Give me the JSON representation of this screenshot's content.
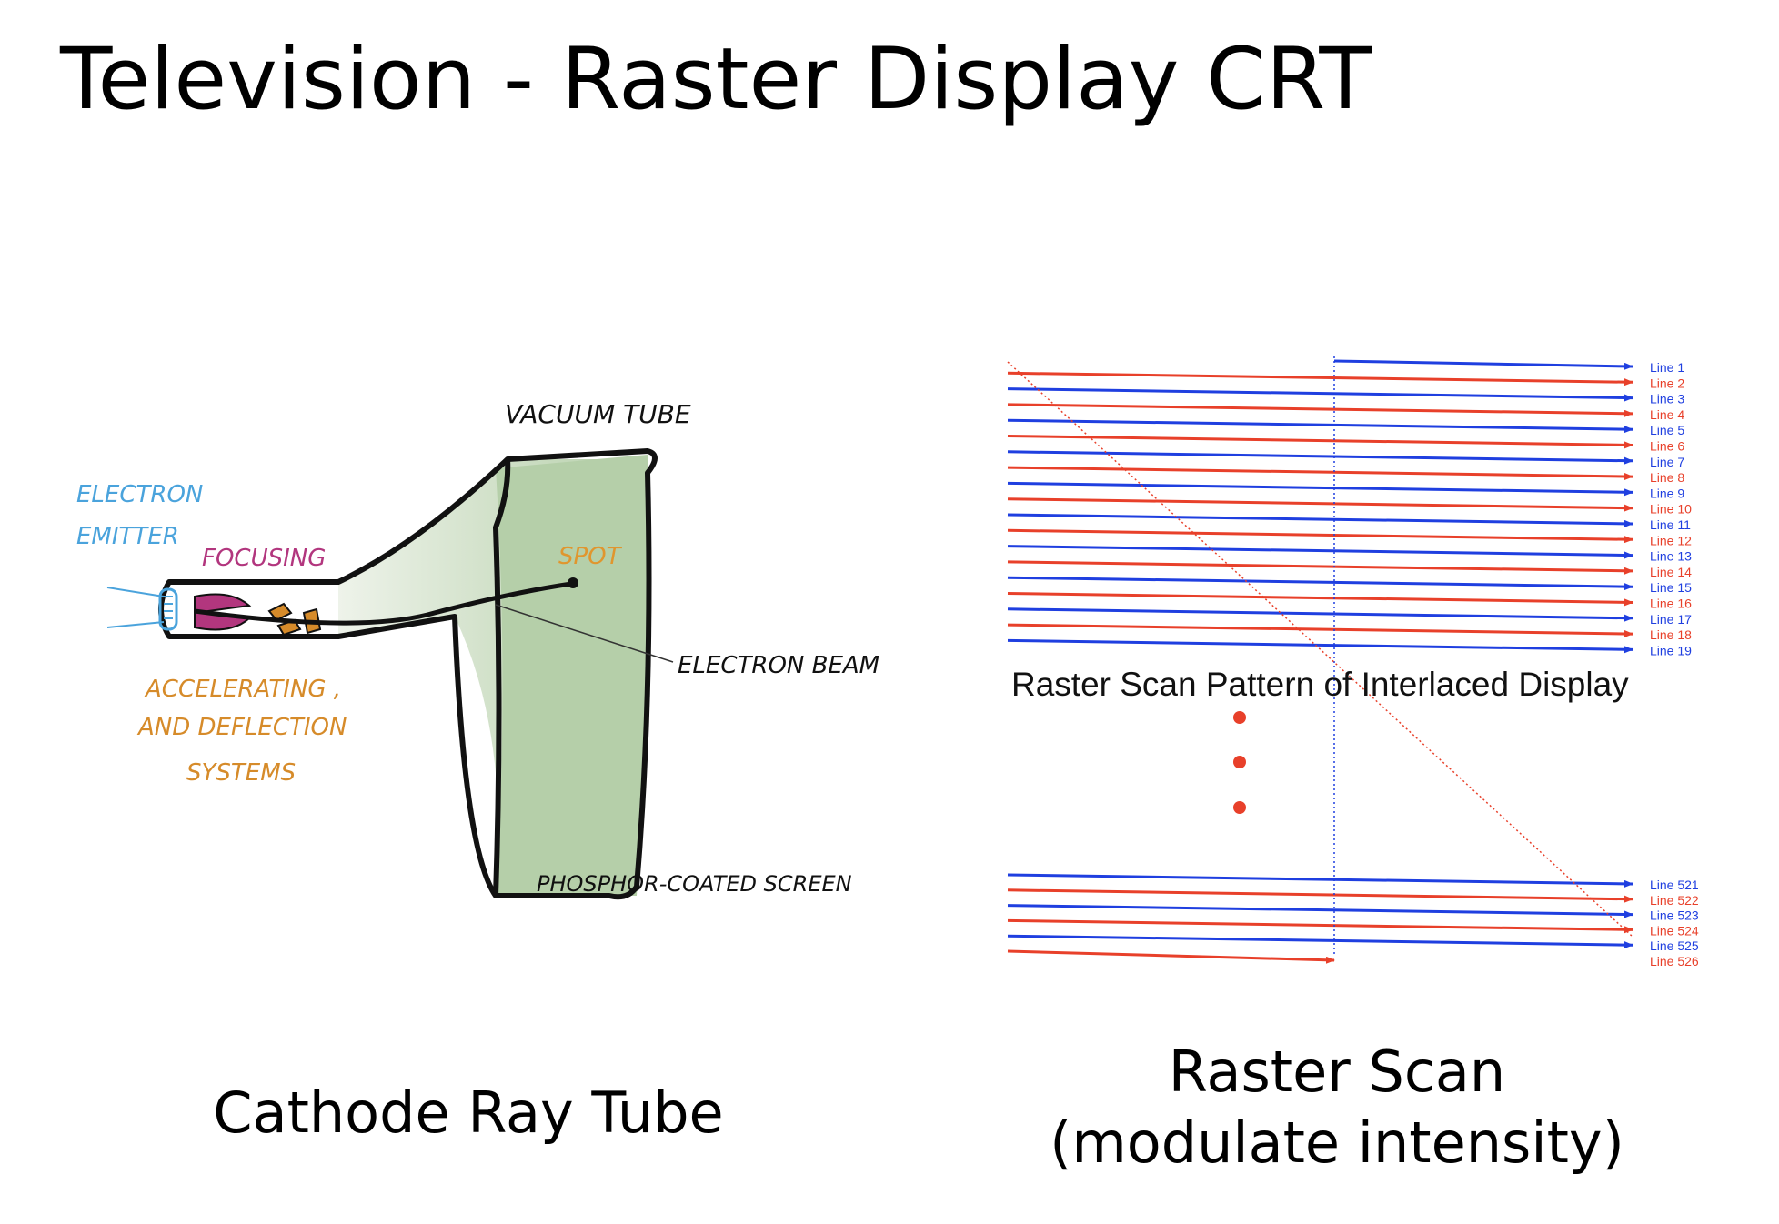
{
  "slide": {
    "title": "Television - Raster Display CRT"
  },
  "crt": {
    "caption": "Cathode Ray Tube",
    "labels": {
      "vacuum_tube": "VACUUM TUBE",
      "electron": "ELECTRON",
      "emitter": "EMITTER",
      "focusing": "FOCUSING",
      "spot": "SPOT",
      "electron_beam": "ELECTRON BEAM",
      "accelerating": "ACCELERATING ,",
      "and_deflection": "AND DEFLECTION",
      "systems": "SYSTEMS",
      "phosphor_screen": "PHOSPHOR-COATED SCREEN"
    },
    "colors": {
      "screen": "#b5cfa9",
      "emitter_label": "#4aa3dc",
      "focusing_label": "#b2367e",
      "accel_label": "#d68b2a",
      "spot_label": "#e0962e"
    }
  },
  "raster": {
    "caption_line1": "Raster Scan",
    "caption_line2": "(modulate intensity)",
    "pattern_title": "Raster Scan Pattern of Interlaced Display",
    "top_lines": [
      "Line 1",
      "Line 2",
      "Line 3",
      "Line 4",
      "Line 5",
      "Line 6",
      "Line 7",
      "Line 8",
      "Line 9",
      "Line 10",
      "Line 11",
      "Line 12",
      "Line 13",
      "Line 14",
      "Line 15",
      "Line 16",
      "Line 17",
      "Line 18",
      "Line 19"
    ],
    "bottom_lines": [
      "Line 521",
      "Line 522",
      "Line 523",
      "Line 524",
      "Line 525",
      "Line 526"
    ],
    "colors": {
      "odd": "#1f3fe0",
      "even": "#e8402a"
    }
  }
}
